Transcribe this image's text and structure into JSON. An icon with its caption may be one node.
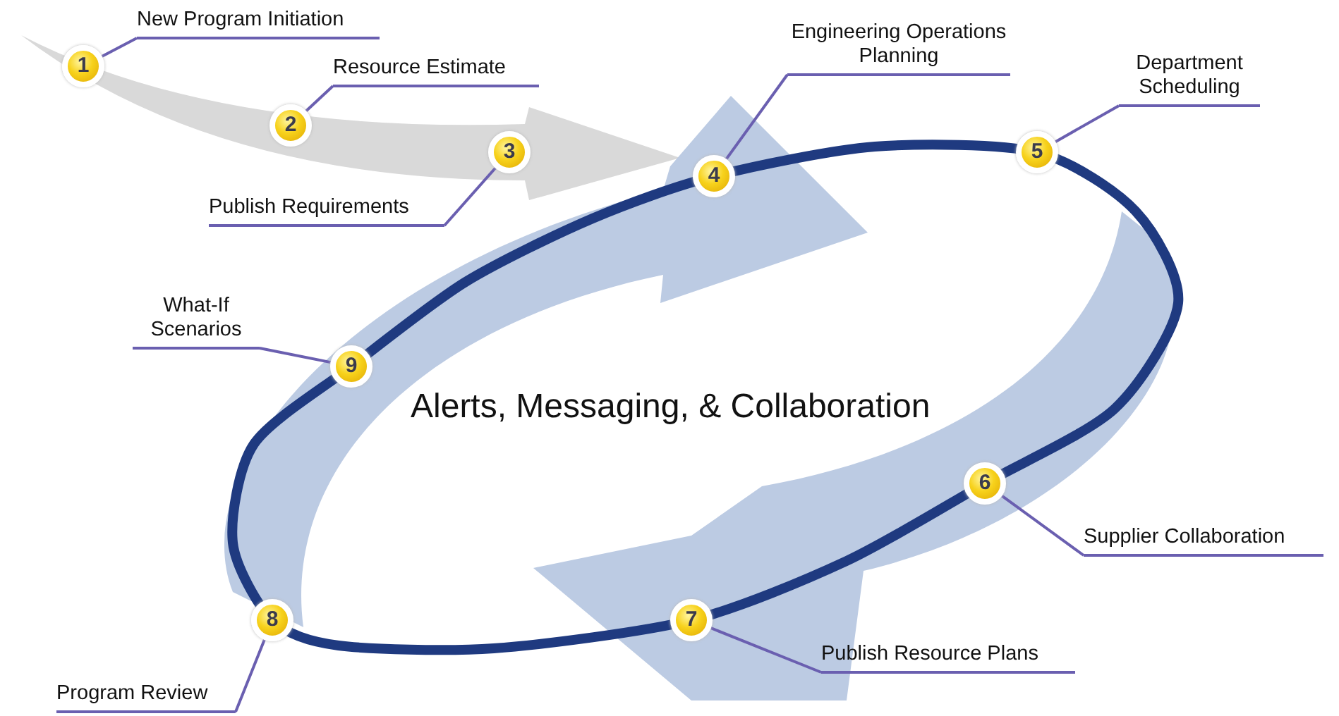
{
  "diagram": {
    "nodes": [
      {
        "text": [
          "1"
        ]
      },
      {
        "text": [
          "2"
        ]
      },
      {
        "text": [
          "3"
        ]
      },
      {
        "text": [
          "4"
        ]
      },
      {
        "text": [
          "5"
        ]
      },
      {
        "text": [
          "6"
        ]
      },
      {
        "text": [
          "7"
        ]
      },
      {
        "text": [
          "8"
        ]
      },
      {
        "text": [
          "9"
        ]
      },
      {
        "text": [
          "New Program Initiation"
        ]
      },
      {
        "text": [
          "Resource Estimate"
        ]
      },
      {
        "text": [
          "Publish Requirements"
        ]
      },
      {
        "text": [
          "Engineering Operations Planning"
        ]
      },
      {
        "text": [
          "Department Scheduling"
        ]
      },
      {
        "text": [
          "Supplier Collaboration"
        ]
      },
      {
        "text": [
          "Publish Resource Plans"
        ]
      },
      {
        "text": [
          "Program Review"
        ]
      },
      {
        "text": [
          "What-If Scenarios"
        ]
      }
    ],
    "edges": [
      {
        "from": 9,
        "to": 0,
        "arrow": "none"
      },
      {
        "from": 10,
        "to": 1,
        "arrow": "none"
      },
      {
        "from": 11,
        "to": 2,
        "arrow": "none"
      },
      {
        "from": 12,
        "to": 3,
        "arrow": "none"
      },
      {
        "from": 13,
        "to": 4,
        "arrow": "none"
      },
      {
        "from": 14,
        "to": 5,
        "arrow": "none"
      },
      {
        "from": 15,
        "to": 6,
        "arrow": "none"
      },
      {
        "from": 16,
        "to": 7,
        "arrow": "none"
      },
      {
        "from": 17,
        "to": 8,
        "arrow": "none"
      }
    ],
    "labels": [
      "Alerts, Messaging, & Collaboration"
    ]
  }
}
